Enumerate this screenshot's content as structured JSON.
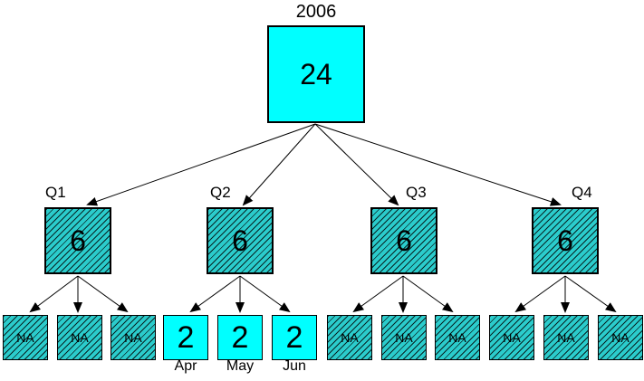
{
  "diagram": {
    "year_label": "2006",
    "root": {
      "value": "24",
      "fill_style": "solid"
    },
    "quarters": [
      {
        "label": "Q1",
        "value": "6",
        "fill_style": "hatched"
      },
      {
        "label": "Q2",
        "value": "6",
        "fill_style": "hatched"
      },
      {
        "label": "Q3",
        "value": "6",
        "fill_style": "hatched"
      },
      {
        "label": "Q4",
        "value": "6",
        "fill_style": "hatched"
      }
    ],
    "leaves": [
      {
        "value": "NA",
        "fill_style": "hatched",
        "label": ""
      },
      {
        "value": "NA",
        "fill_style": "hatched",
        "label": ""
      },
      {
        "value": "NA",
        "fill_style": "hatched",
        "label": ""
      },
      {
        "value": "2",
        "fill_style": "solid",
        "label": "Apr"
      },
      {
        "value": "2",
        "fill_style": "solid",
        "label": "May"
      },
      {
        "value": "2",
        "fill_style": "solid",
        "label": "Jun"
      },
      {
        "value": "NA",
        "fill_style": "hatched",
        "label": ""
      },
      {
        "value": "NA",
        "fill_style": "hatched",
        "label": ""
      },
      {
        "value": "NA",
        "fill_style": "hatched",
        "label": ""
      },
      {
        "value": "NA",
        "fill_style": "hatched",
        "label": ""
      },
      {
        "value": "NA",
        "fill_style": "hatched",
        "label": ""
      },
      {
        "value": "NA",
        "fill_style": "hatched",
        "label": ""
      }
    ],
    "colors": {
      "solid_fill": "#00ffff",
      "hatched_fill": "#2bcccc",
      "hatch_line": "#000000",
      "border": "#000000",
      "arrow": "#000000",
      "text": "#000000",
      "background": "#ffffff"
    }
  }
}
